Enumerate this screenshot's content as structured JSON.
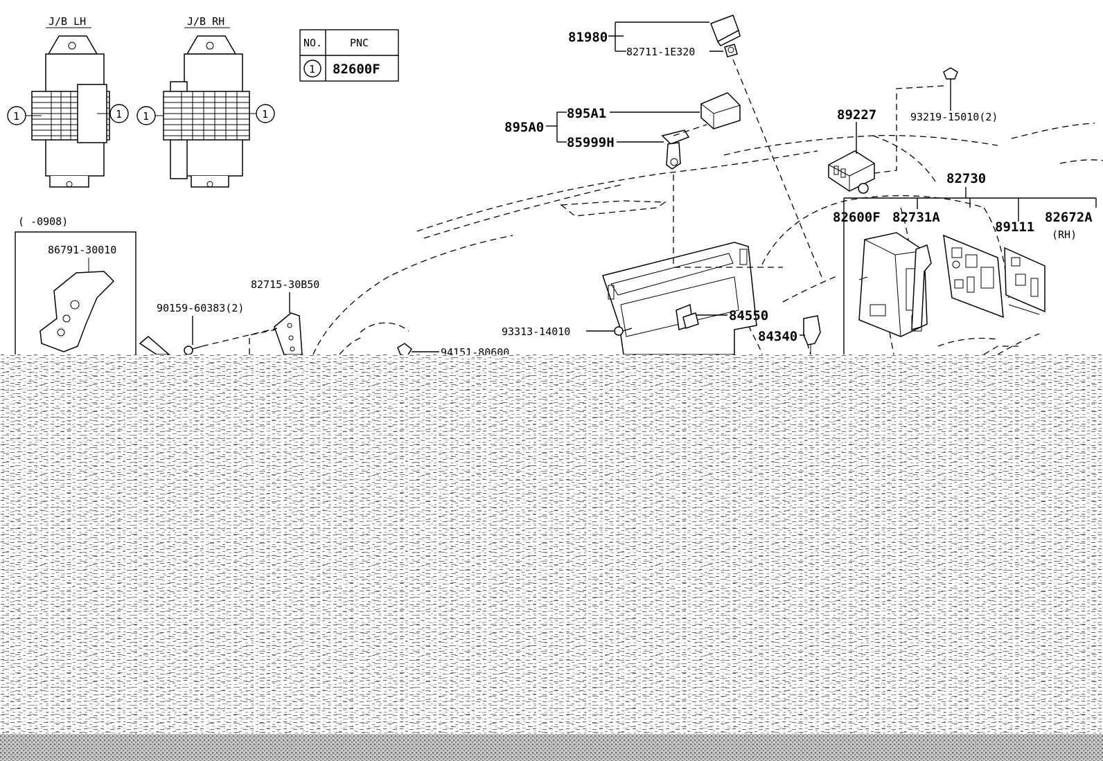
{
  "insets": {
    "jb_lh_title": "J/B LH",
    "jb_rh_title": "J/B RH",
    "circle_ref": "1",
    "date_range": "(    -0908)",
    "bracket_label": "86791-30010"
  },
  "legend_table": {
    "header_no": "NO.",
    "header_pnc": "PNC",
    "row_no": "1",
    "row_pnc": "82600F"
  },
  "callouts": {
    "c81980": "81980",
    "c82711": "82711-1E320",
    "c895A1": "895A1",
    "c895A0": "895A0",
    "c85999H": "85999H",
    "c89227": "89227",
    "c93219": "93219-15010(2)",
    "c82730": "82730",
    "c82600F": "82600F",
    "c82731A": "82731A",
    "c89111": "89111",
    "c82672A": "82672A",
    "c82672A_note": "(RH)",
    "c82715": "82715-30B50",
    "c90159": "90159-60383(2)",
    "c84550": "84550",
    "c93313": "93313-14010",
    "c84340": "84340",
    "c94151": "94151-80600"
  },
  "colors": {
    "line": "#000000",
    "background": "#ffffff"
  }
}
